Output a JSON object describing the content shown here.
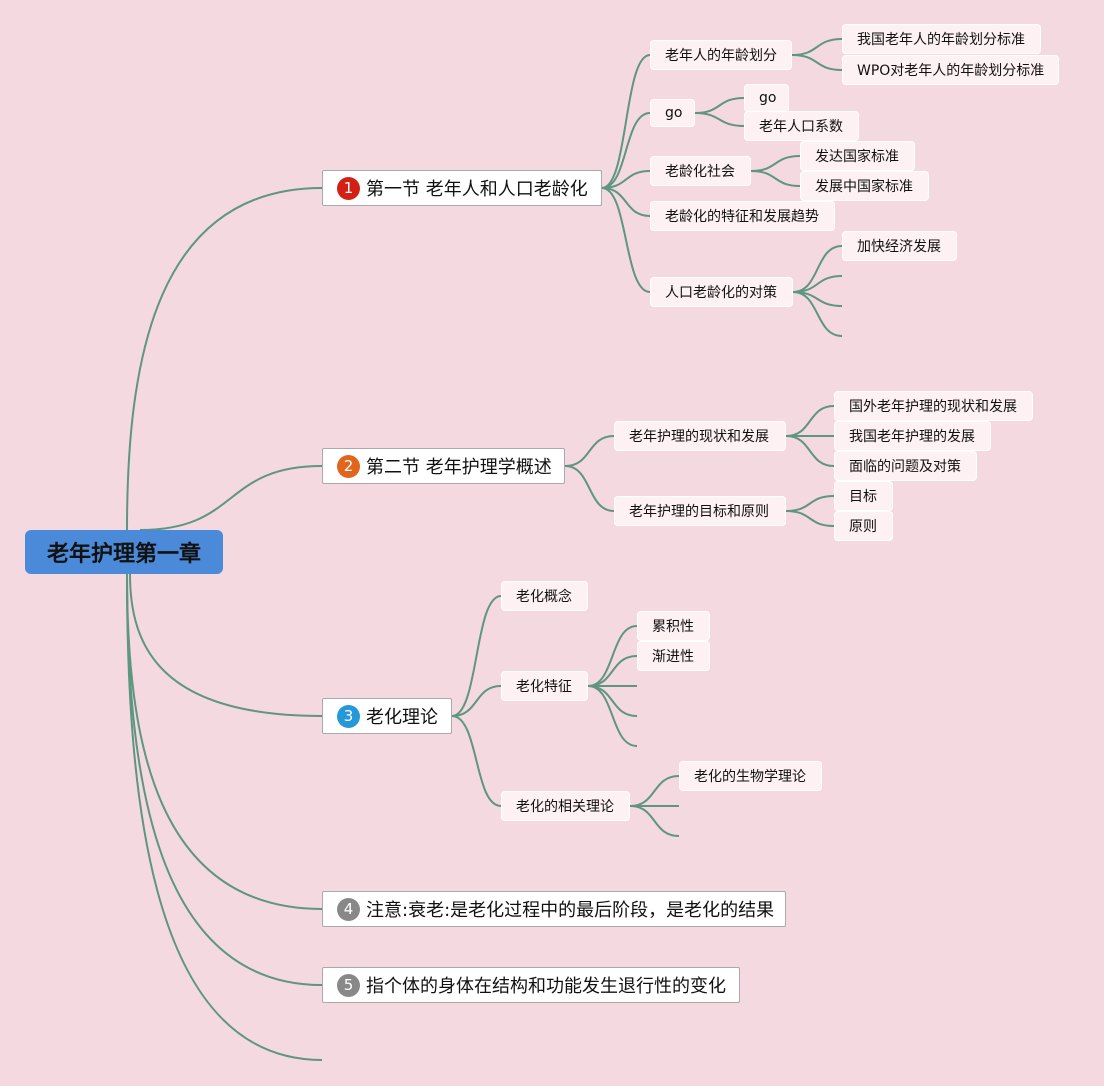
{
  "colors": {
    "background": "#f4d9e0",
    "root": "#4b8ad8",
    "link": "#5e9680",
    "badge_1": "#d22017",
    "badge_2": "#e2651e",
    "badge_3": "#2598d8",
    "badge_4": "#888888",
    "badge_5": "#888888"
  },
  "root": {
    "title": "老年护理第一章"
  },
  "topics": [
    {
      "number": "1",
      "title": "第一节 老年人和人口老龄化",
      "children": [
        {
          "title": "老年人的年龄划分",
          "children": [
            "我国老年人的年龄划分标准",
            "WPO对老年人的年龄划分标准"
          ]
        },
        {
          "title": "go",
          "children": [
            "go",
            "老年人口系数"
          ]
        },
        {
          "title": "老龄化社会",
          "children": [
            "发达国家标准",
            "发展中国家标准"
          ]
        },
        {
          "title": "老龄化的特征和发展趋势",
          "children": []
        },
        {
          "title": "人口老龄化的对策",
          "children": [
            "加快经济发展"
          ]
        }
      ]
    },
    {
      "number": "2",
      "title": "第二节 老年护理学概述",
      "children": [
        {
          "title": "老年护理的现状和发展",
          "children": [
            "国外老年护理的现状和发展",
            "我国老年护理的发展",
            "面临的问题及对策"
          ]
        },
        {
          "title": "老年护理的目标和原则",
          "children": [
            "目标",
            "原则"
          ]
        }
      ]
    },
    {
      "number": "3",
      "title": "老化理论",
      "children": [
        {
          "title": "老化概念",
          "children": []
        },
        {
          "title": "老化特征",
          "children": [
            "累积性",
            "渐进性"
          ]
        },
        {
          "title": "老化的相关理论",
          "children": [
            "老化的生物学理论"
          ]
        }
      ]
    },
    {
      "number": "4",
      "title": "注意:衰老:是老化过程中的最后阶段，是老化的结果",
      "children": []
    },
    {
      "number": "5",
      "title": "指个体的身体在结构和功能发生退行性的变化",
      "children": []
    }
  ]
}
